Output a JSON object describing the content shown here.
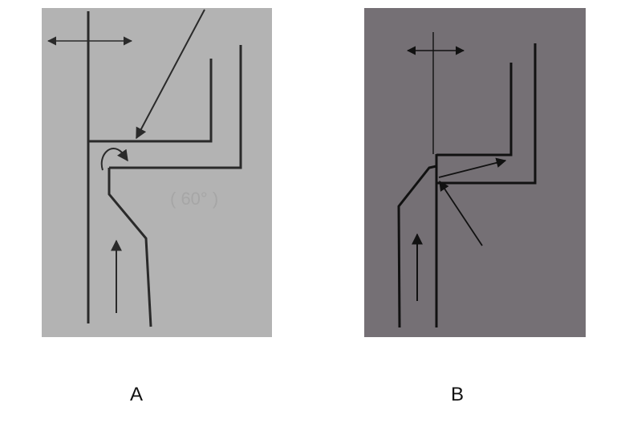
{
  "figure": {
    "panels": [
      {
        "id": "A",
        "caption": "A",
        "background": "#b3b3b3",
        "line_color": "#2a2a2a",
        "faint_text": "( 60° )"
      },
      {
        "id": "B",
        "caption": "B",
        "background": "#757075",
        "line_color": "#111111"
      }
    ],
    "icons": {
      "horizontal_double_arrow": "horizontal-double-arrow-icon",
      "up_arrow": "up-arrow-icon",
      "diagonal_arrow": "diagonal-arrow-icon",
      "curved_arrow": "curved-arrow-icon"
    }
  }
}
